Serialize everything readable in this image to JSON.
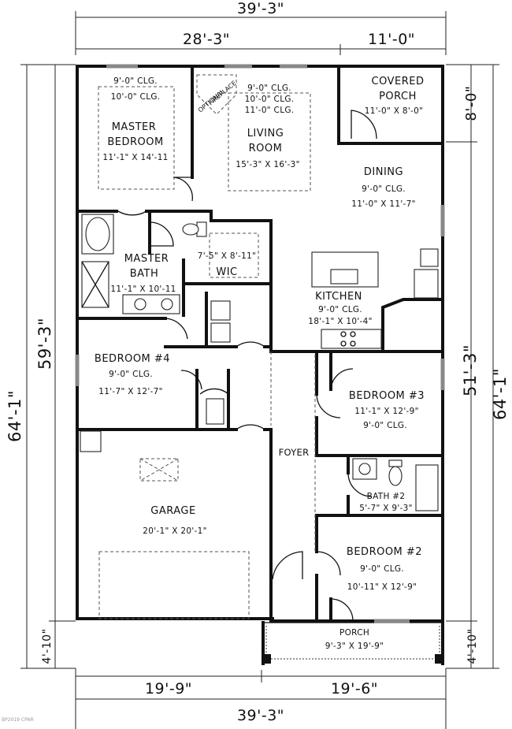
{
  "dimensions": {
    "top_total": "39'-3\"",
    "top_left": "28'-3\"",
    "top_right": "11'-0\"",
    "bottom_left": "19'-9\"",
    "bottom_right": "19'-6\"",
    "bottom_total": "39'-3\"",
    "left_main": "59'-3\"",
    "left_total": "64'-1\"",
    "left_porch": "4'-10\"",
    "right_porch_top": "8'-0\"",
    "right_main": "51'-3\"",
    "right_total": "64'-1\"",
    "right_porch_bottom": "4'-10\""
  },
  "rooms": {
    "master_bedroom": {
      "ceiling1": "9'-0\" CLG.",
      "ceiling2": "10'-0\" CLG.",
      "name1": "MASTER",
      "name2": "BEDROOM",
      "size": "11'-1\" X 14'-11"
    },
    "optional_fireplace": {
      "line1": "OPTIONAL",
      "line2": "FIREPLACE"
    },
    "living_room": {
      "ceiling1": "9'-0\" CLG.",
      "ceiling2": "10'-0\" CLG.",
      "ceiling3": "11'-0\" CLG.",
      "name1": "LIVING",
      "name2": "ROOM",
      "size": "15'-3\" X 16'-3\""
    },
    "covered_porch": {
      "name1": "COVERED",
      "name2": "PORCH",
      "size": "11'-0\" X 8'-0\""
    },
    "dining": {
      "name": "DINING",
      "ceiling": "9'-0\" CLG.",
      "size": "11'-0\" X 11'-7\""
    },
    "master_bath": {
      "name1": "MASTER",
      "name2": "BATH",
      "size": "11'-1\" X 10'-11"
    },
    "wic": {
      "size": "7'-5\" X 8'-11\"",
      "name": "WIC"
    },
    "kitchen": {
      "name": "KITCHEN",
      "ceiling": "9'-0\" CLG.",
      "size": "18'-1\" X 10'-4\""
    },
    "bedroom4": {
      "name": "BEDROOM #4",
      "ceiling": "9'-0\" CLG.",
      "size": "11'-7\" X 12'-7\""
    },
    "bedroom3": {
      "name": "BEDROOM #3",
      "size": "11'-1\" X 12'-9\"",
      "ceiling": "9'-0\" CLG."
    },
    "foyer": {
      "name": "FOYER"
    },
    "bath2": {
      "name": "BATH #2",
      "size": "5'-7\" X 9'-3\""
    },
    "garage": {
      "name": "GARAGE",
      "size": "20'-1\" X 20'-1\""
    },
    "bedroom2": {
      "name": "BEDROOM #2",
      "ceiling": "9'-0\" CLG.",
      "size": "10'-11\" X 12'-9\""
    },
    "porch": {
      "name": "PORCH",
      "size": "9'-3\" X 19'-9\""
    }
  },
  "watermark": "BP2019 CPAR"
}
